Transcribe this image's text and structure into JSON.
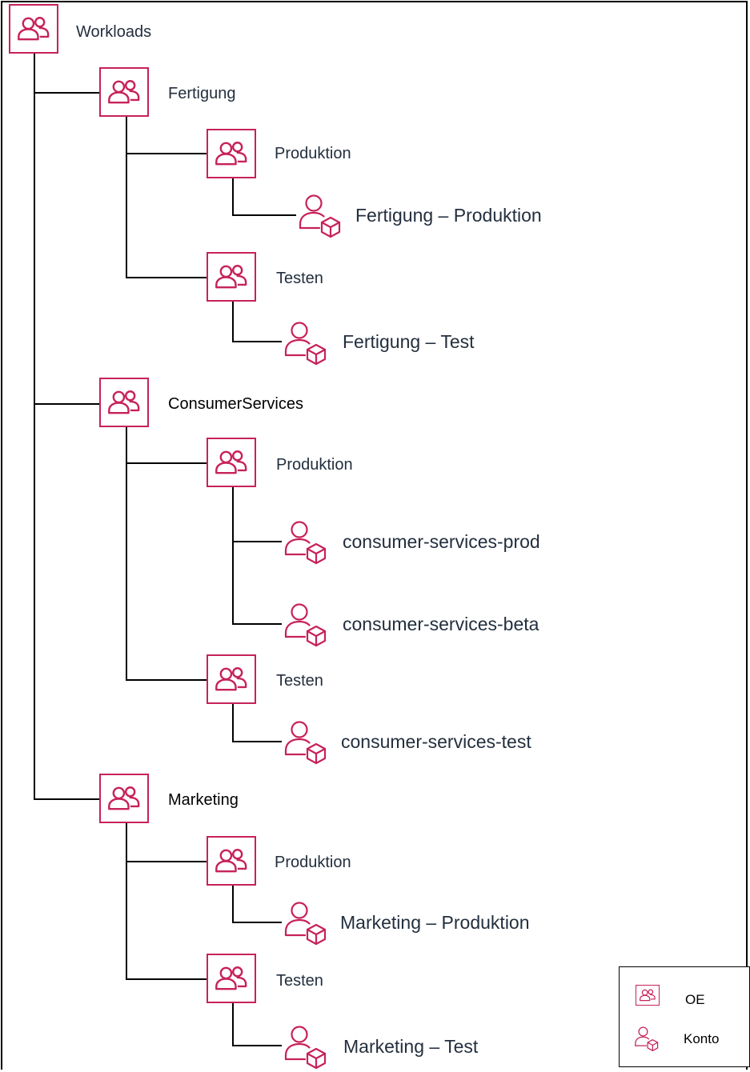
{
  "tree": {
    "root": {
      "label": "Workloads",
      "icon": "ou-icon"
    },
    "fertigung": {
      "label": "Fertigung",
      "produktion": {
        "label": "Produktion",
        "account": "Fertigung – Produktion"
      },
      "testen": {
        "label": "Testen",
        "account": "Fertigung – Test"
      }
    },
    "consumer_services": {
      "label": "ConsumerServices",
      "produktion": {
        "label": "Produktion",
        "accounts": [
          "consumer-services-prod",
          "consumer-services-beta"
        ]
      },
      "testen": {
        "label": "Testen",
        "account": "consumer-services-test"
      }
    },
    "marketing": {
      "label": "Marketing",
      "produktion": {
        "label": "Produktion",
        "account": "Marketing – Produktion"
      },
      "testen": {
        "label": "Testen",
        "account": "Marketing – Test"
      }
    }
  },
  "legend": {
    "ou_label": "OE",
    "account_label": "Konto"
  },
  "colors": {
    "accent": "#c7225a",
    "line": "#000000",
    "text": "#232f3e"
  }
}
